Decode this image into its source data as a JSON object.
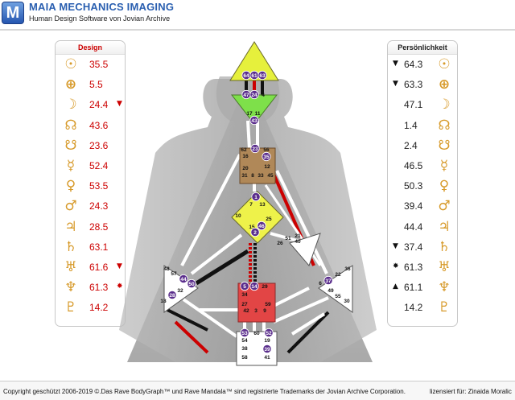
{
  "app": {
    "logo_letter": "M",
    "title": "MAIA MECHANICS IMAGING",
    "subtitle": "Human Design Software von Jovian Archive"
  },
  "design_panel": {
    "header": "Design",
    "color": "#cc0000",
    "rows": [
      {
        "planet": "sun-icon",
        "glyph": "☉",
        "value": "35.5",
        "mark": ""
      },
      {
        "planet": "earth-icon",
        "glyph": "⊕",
        "value": "5.5",
        "mark": ""
      },
      {
        "planet": "moon-icon",
        "glyph": "☽",
        "value": "24.4",
        "mark": "▼"
      },
      {
        "planet": "north-node-icon",
        "glyph": "☊",
        "value": "43.6",
        "mark": ""
      },
      {
        "planet": "south-node-icon",
        "glyph": "☋",
        "value": "23.6",
        "mark": ""
      },
      {
        "planet": "mercury-icon",
        "glyph": "☿",
        "value": "52.4",
        "mark": ""
      },
      {
        "planet": "venus-icon",
        "glyph": "♀",
        "value": "53.5",
        "mark": ""
      },
      {
        "planet": "mars-icon",
        "glyph": "♂",
        "value": "24.3",
        "mark": ""
      },
      {
        "planet": "jupiter-icon",
        "glyph": "♃",
        "value": "28.5",
        "mark": ""
      },
      {
        "planet": "saturn-icon",
        "glyph": "♄",
        "value": "63.1",
        "mark": ""
      },
      {
        "planet": "uranus-icon",
        "glyph": "♅",
        "value": "61.6",
        "mark": "▼"
      },
      {
        "planet": "neptune-icon",
        "glyph": "♆",
        "value": "61.3",
        "mark": "✸"
      },
      {
        "planet": "pluto-icon",
        "glyph": "♇",
        "value": "14.2",
        "mark": ""
      }
    ]
  },
  "personality_panel": {
    "header": "Persönlichkeit",
    "color": "#222222",
    "rows": [
      {
        "planet": "sun-icon",
        "glyph": "☉",
        "value": "64.3",
        "mark": "▼"
      },
      {
        "planet": "earth-icon",
        "glyph": "⊕",
        "value": "63.3",
        "mark": "▼"
      },
      {
        "planet": "moon-icon",
        "glyph": "☽",
        "value": "47.1",
        "mark": ""
      },
      {
        "planet": "north-node-icon",
        "glyph": "☊",
        "value": "1.4",
        "mark": ""
      },
      {
        "planet": "south-node-icon",
        "glyph": "☋",
        "value": "2.4",
        "mark": ""
      },
      {
        "planet": "mercury-icon",
        "glyph": "☿",
        "value": "46.5",
        "mark": ""
      },
      {
        "planet": "venus-icon",
        "glyph": "♀",
        "value": "50.3",
        "mark": ""
      },
      {
        "planet": "mars-icon",
        "glyph": "♂",
        "value": "39.4",
        "mark": ""
      },
      {
        "planet": "jupiter-icon",
        "glyph": "♃",
        "value": "44.4",
        "mark": ""
      },
      {
        "planet": "saturn-icon",
        "glyph": "♄",
        "value": "37.4",
        "mark": "▼"
      },
      {
        "planet": "uranus-icon",
        "glyph": "♅",
        "value": "61.3",
        "mark": "✸"
      },
      {
        "planet": "neptune-icon",
        "glyph": "♆",
        "value": "61.1",
        "mark": "▲"
      },
      {
        "planet": "pluto-icon",
        "glyph": "♇",
        "value": "14.2",
        "mark": ""
      }
    ]
  },
  "bodygraph": {
    "colors": {
      "head": "#e6f03c",
      "ajna": "#7ee04a",
      "throat": "#b08858",
      "g_center": "#eef24a",
      "sacral": "#e24545",
      "design": "#cc0000",
      "personality": "#111111",
      "gate_circle": "#5a2d8c"
    },
    "gates": {
      "g64": "64",
      "g61": "61",
      "g63": "63",
      "g47": "47",
      "g24": "24",
      "g4": "4",
      "g17": "17",
      "g11": "11",
      "g43": "43",
      "g62": "62",
      "g23": "23",
      "g56": "56",
      "g16": "16",
      "g35": "35",
      "g20": "20",
      "g31": "31",
      "g8": "8",
      "g33": "33",
      "g12": "12",
      "g45": "45",
      "g1": "1",
      "g7": "7",
      "g13": "13",
      "g10": "10",
      "g25": "25",
      "g15": "15",
      "g46": "46",
      "g2": "2",
      "g21": "21",
      "g51": "51",
      "g26": "26",
      "g40": "40",
      "g48": "48",
      "g57": "57",
      "g44": "44",
      "g50": "50",
      "g32": "32",
      "g28": "28",
      "g18": "18",
      "g36": "36",
      "g22": "22",
      "g37": "37",
      "g6": "6",
      "g49": "49",
      "g55": "55",
      "g30": "30",
      "g5": "5",
      "g14": "14",
      "g29": "29",
      "g34": "34",
      "g27": "27",
      "g59": "59",
      "g42": "42",
      "g3": "3",
      "g9": "9",
      "g53": "53",
      "g60": "60",
      "g52": "52",
      "g54": "54",
      "g19": "19",
      "g38": "38",
      "g39": "39",
      "g58": "58",
      "g41": "41"
    }
  },
  "footer": {
    "copyright": "Copyright geschützt 2006-2019 ©.Das Rave BodyGraph™ und Rave Mandala™ sind registrierte Trademarks der Jovian Archive Corporation.",
    "licensed_to": "lizensiert für: Zinaida Moralic"
  }
}
